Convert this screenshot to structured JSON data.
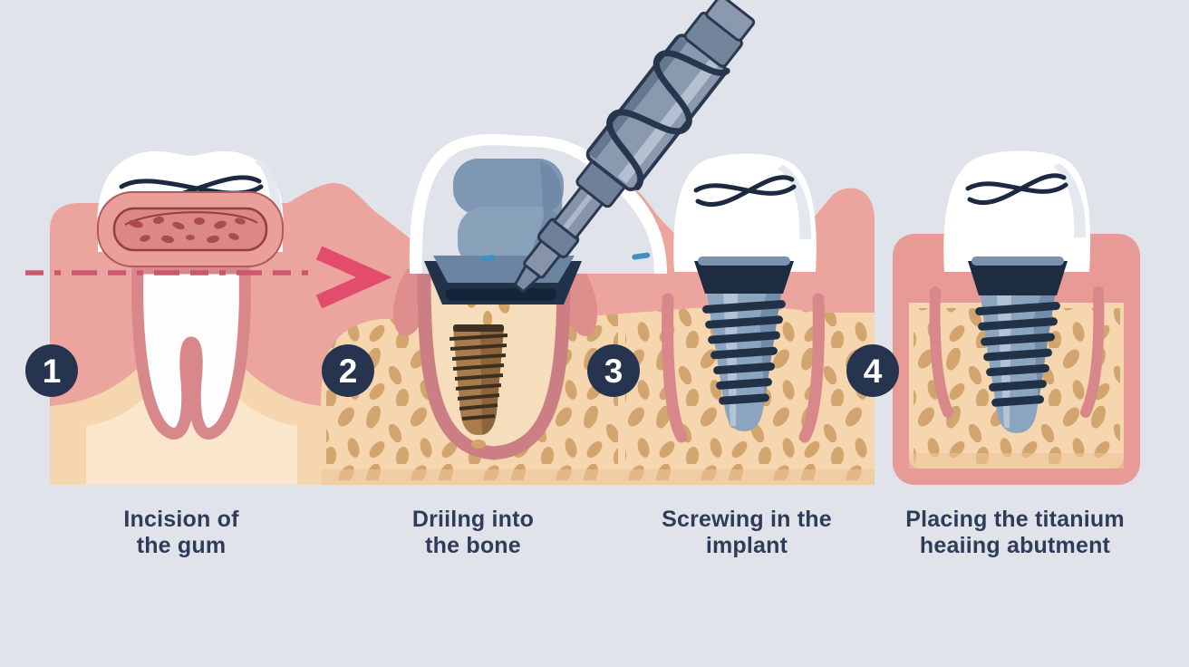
{
  "diagram_type": "dental-implant-procedure-steps",
  "steps": [
    {
      "number": "1",
      "label_line1": "Incision of",
      "label_line2": "the gum"
    },
    {
      "number": "2",
      "label_line1": "Driilng into",
      "label_line2": "the bone"
    },
    {
      "number": "3",
      "label_line1": "Screwing in the",
      "label_line2": "implant"
    },
    {
      "number": "4",
      "label_line1": "Placing the titanium",
      "label_line2": "heaiing abutment"
    }
  ],
  "colors": {
    "background": "#e0e4ea",
    "gum": "#eca49e",
    "gum_dark": "#dd8c89",
    "socket_outline": "#d8878a",
    "bone": "#f5d6ae",
    "bone_light": "#fae7cb",
    "bone_speckle": "#cfa067",
    "tooth_white": "#ffffff",
    "fissure_navy": "#1c2941",
    "implant_metal": "#8ba4bf",
    "implant_thread": "#203148",
    "drill_metal": "#8a99ad",
    "screw_brown": "#a97c4e",
    "incision_red": "#e24d6c",
    "tick_blue": "#3f8fc0",
    "badge_bg": "#263450",
    "badge_text": "#ffffff",
    "caption_text": "#2e3c5a"
  }
}
